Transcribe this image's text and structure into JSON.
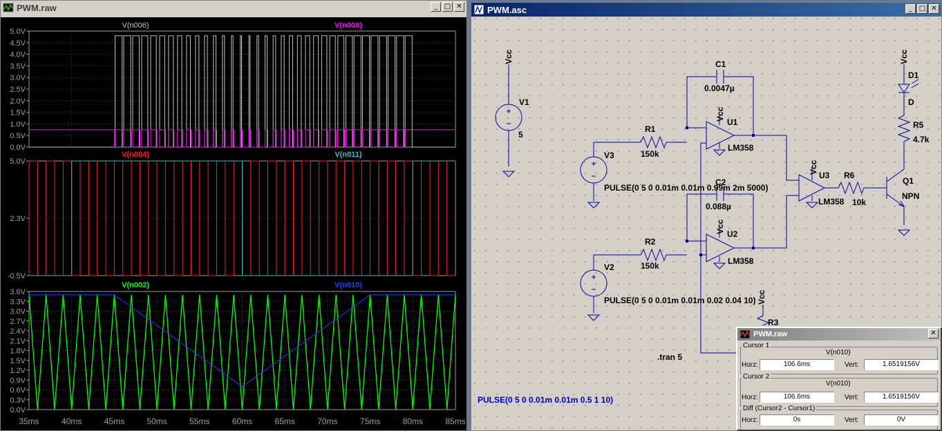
{
  "waveform_window": {
    "title": "PWM.raw",
    "pane1": {
      "traces": [
        {
          "name": "V(n006)",
          "color": "#c0c0c0"
        },
        {
          "name": "V(n008)",
          "color": "#ff00ff"
        }
      ],
      "y_ticks": [
        "5.0V",
        "4.5V",
        "4.0V",
        "3.5V",
        "3.0V",
        "2.5V",
        "2.0V",
        "1.5V",
        "1.0V",
        "0.5V",
        "0.0V"
      ]
    },
    "pane2": {
      "traces": [
        {
          "name": "V(n004)",
          "color": "#ff2020"
        },
        {
          "name": "V(n011)",
          "color": "#30c0c0"
        }
      ],
      "y_ticks": [
        "5.0V",
        "2.3V",
        "-0.5V"
      ]
    },
    "pane3": {
      "traces": [
        {
          "name": "V(n002)",
          "color": "#00ff00"
        },
        {
          "name": "V(n010)",
          "color": "#2040ff"
        }
      ],
      "y_ticks": [
        "3.6V",
        "3.3V",
        "3.0V",
        "2.7V",
        "2.4V",
        "2.1V",
        "1.8V",
        "1.5V",
        "1.2V",
        "0.9V",
        "0.6V",
        "0.3V",
        "0.0V"
      ]
    },
    "x_ticks": [
      "35ms",
      "40ms",
      "45ms",
      "50ms",
      "55ms",
      "60ms",
      "65ms",
      "70ms",
      "75ms",
      "80ms",
      "85ms"
    ]
  },
  "chart_data": [
    {
      "type": "line",
      "series": [
        {
          "name": "V(n006)"
        },
        {
          "name": "V(n008)"
        }
      ],
      "x_range": [
        "35ms",
        "85ms"
      ],
      "ylim": [
        0,
        5
      ],
      "grid": true
    },
    {
      "type": "line",
      "series": [
        {
          "name": "V(n004)"
        },
        {
          "name": "V(n011)"
        }
      ],
      "x_range": [
        "35ms",
        "85ms"
      ],
      "ylim": [
        -0.5,
        5
      ],
      "grid": true
    },
    {
      "type": "line",
      "series": [
        {
          "name": "V(n002)",
          "description_free": true
        },
        {
          "name": "V(n010)",
          "x_ms": [
            35,
            45,
            60,
            75,
            85
          ],
          "y_v": [
            3.5,
            3.5,
            0.7,
            3.5,
            3.5
          ]
        }
      ],
      "x_range": [
        "35ms",
        "85ms"
      ],
      "ylim": [
        0,
        3.6
      ],
      "grid": true
    }
  ],
  "schematic_window": {
    "title": "PWM.asc",
    "labels": {
      "vcc1": "Vcc",
      "v1": "V1",
      "v1_val": "5",
      "c1": "C1",
      "c1_val": "0.0047µ",
      "vcc_u1": "Vcc",
      "u1": "U1",
      "u1_model": "LM358",
      "r1": "R1",
      "r1_val": "150k",
      "v3": "V3",
      "pulse_v3": "PULSE(0 5 0 0.01m 0.01m 0.99m 2m 5000)",
      "c2": "C2",
      "c2_val": "0.088µ",
      "vcc_u2": "Vcc",
      "u2": "U2",
      "u2_model": "LM358",
      "r2": "R2",
      "r2_val": "150k",
      "v2": "V2",
      "pulse_v2": "PULSE(0 5 0 0.01m 0.01m 0.02 0.04 10)",
      "vcc_u3": "Vcc",
      "u3": "U3",
      "u3_model": "LM358",
      "r6": "R6",
      "r6_val": "10k",
      "vcc_d1": "Vcc",
      "d1": "D1",
      "d1_model": "D",
      "r5": "R5",
      "r5_val": "4.7k",
      "q1": "Q1",
      "q1_model": "NPN",
      "vcc_r3": "Vcc",
      "r3": "R3",
      "tran": ".tran 5",
      "pulse_bottom": "PULSE(0 5 0 0.01m 0.01m 0.5 1 10)"
    }
  },
  "cursor_window": {
    "title": "PWM.raw",
    "cursor1": {
      "group": "Cursor 1",
      "trace": "V(n010)",
      "horz_label": "Horz:",
      "horz": "106.6ms",
      "vert_label": "Vert:",
      "vert": "1.6519156V"
    },
    "cursor2": {
      "group": "Cursor 2",
      "trace": "V(n010)",
      "horz_label": "Horz:",
      "horz": "106.6ms",
      "vert_label": "Vert:",
      "vert": "1.6519156V"
    },
    "diff": {
      "group": "Diff (Cursor2 - Cursor1)",
      "horz_label": "Horz:",
      "horz": "0s",
      "vert_label": "Vert:",
      "vert": "0V"
    }
  },
  "controls": {
    "minimize": "_",
    "maximize": "□",
    "close": "✕"
  }
}
